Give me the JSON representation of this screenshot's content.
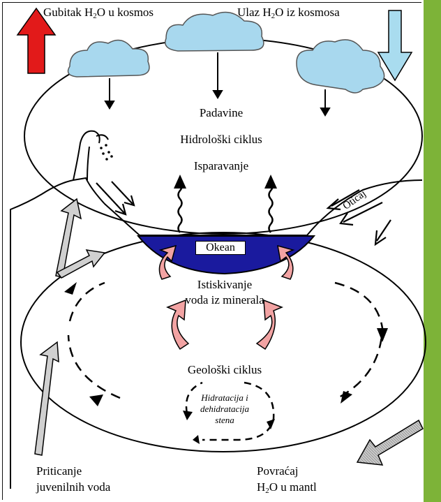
{
  "labels": {
    "space_loss_prefix": "Gubitak H",
    "space_loss_suffix": "O u kosmos",
    "space_gain_prefix": "Ulaz H",
    "space_gain_suffix": "O iz kosmosa",
    "subscript_2": "2",
    "precipitation": "Padavine",
    "hydrological_cycle": "Hidrološki ciklus",
    "evaporation": "Isparavanje",
    "runoff": "Oticaj",
    "ocean": "Okean",
    "squeezing_line1": "Istiskivanje",
    "squeezing_line2": "voda iz minerala",
    "geological_cycle": "Geološki ciklus",
    "hydration_line1": "Hidratacija i",
    "hydration_line2": "dehidratacija",
    "hydration_line3": "stena",
    "juvenile_line1": "Priticanje",
    "juvenile_line2": "juvenilnih voda",
    "mantle_return_line1": "Povraćaj",
    "mantle_return_prefix": "H",
    "mantle_return_suffix": "O u mantl"
  },
  "colors": {
    "loss_arrow": "#e21a1a",
    "gain_arrow": "#a9dcef",
    "cloud": "#a8d8ee",
    "ocean": "#1a1a9e",
    "mineral_arrow": "#f2a3a3",
    "grey_arrow": "#c8c8c8",
    "side_bar": "#7db338"
  },
  "icons": {
    "space_loss": "up-arrow-icon",
    "space_gain": "down-arrow-icon",
    "cloud": "cloud-icon",
    "volcano": "volcano-icon"
  }
}
